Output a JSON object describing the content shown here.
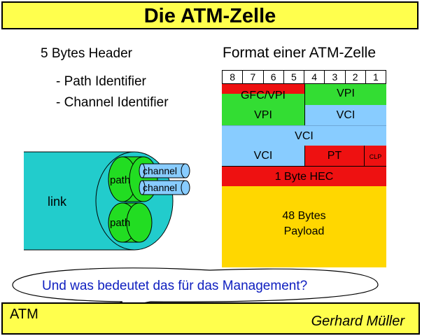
{
  "title": "Die ATM-Zelle",
  "header_text": "5 Bytes Header",
  "bullets": [
    "- Path Identifier",
    "- Channel Identifier"
  ],
  "format_title": "Format einer ATM-Zelle",
  "bit_numbers": [
    "8",
    "7",
    "6",
    "5",
    "4",
    "3",
    "2",
    "1"
  ],
  "cell_fields": {
    "gfc_vpi": "GFC/VPI",
    "vpi_1": "VPI",
    "vpi_2": "VPI",
    "vci_1": "VCI",
    "vci_2": "VCI",
    "vci_3": "VCI",
    "pt": "PT",
    "clp": "CLP",
    "hec": "1 Byte HEC",
    "payload_line1": "48 Bytes",
    "payload_line2": "Payload"
  },
  "diagram": {
    "link_label": "link",
    "path_label_1": "path",
    "path_label_2": "path",
    "channel_label_1": "channel",
    "channel_label_2": "channel"
  },
  "question": "Und was bedeutet das für das Management?",
  "footer": {
    "left": "ATM",
    "right": "Gerhard Müller"
  },
  "colors": {
    "title_bg": "#ffff4d",
    "field_green": "#33dd33",
    "field_red": "#ee1111",
    "field_blue": "#88ccff",
    "payload_yellow": "#ffd700",
    "link_cyan": "#22cccc",
    "path_green": "#22dd22",
    "channel_blue": "#88ccff",
    "question_blue": "#1020c0"
  }
}
